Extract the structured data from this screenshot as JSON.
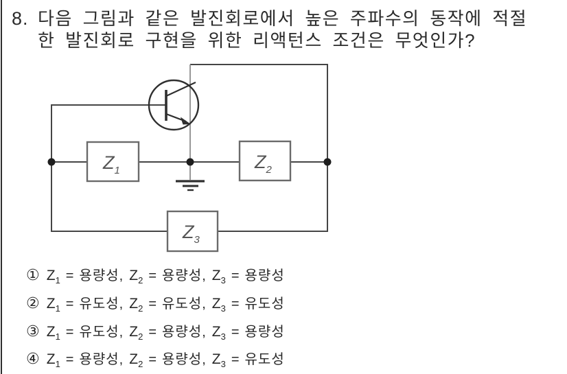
{
  "question": {
    "number": "8.",
    "line1": "다음 그림과 같은 발진회로에서 높은 주파수의 동작에 적절",
    "line2": "한 발진회로 구현을 위한 리액턴스 조건은 무엇인가?"
  },
  "circuit": {
    "boxes": [
      {
        "label": "Z",
        "sub": "1"
      },
      {
        "label": "Z",
        "sub": "2"
      },
      {
        "label": "Z",
        "sub": "3"
      }
    ],
    "transistor_icon": "npn-transistor",
    "ground_icon": "earth-ground",
    "colors": {
      "wire": "#454545",
      "rail": "#979797",
      "transistor": "#2f2f2f",
      "box_border": "#6a6a6a",
      "node": "#1e1e1e"
    }
  },
  "options": [
    {
      "num": "①",
      "clauses": [
        {
          "z": "Z",
          "sub": "1",
          "eq": "=",
          "val": "용량성,"
        },
        {
          "z": "Z",
          "sub": "2",
          "eq": "=",
          "val": "용량성,"
        },
        {
          "z": "Z",
          "sub": "3",
          "eq": "=",
          "val": "용량성"
        }
      ]
    },
    {
      "num": "②",
      "clauses": [
        {
          "z": "Z",
          "sub": "1",
          "eq": "=",
          "val": "유도성,"
        },
        {
          "z": "Z",
          "sub": "2",
          "eq": "=",
          "val": "유도성,"
        },
        {
          "z": "Z",
          "sub": "3",
          "eq": "=",
          "val": "유도성"
        }
      ]
    },
    {
      "num": "③",
      "clauses": [
        {
          "z": "Z",
          "sub": "1",
          "eq": "=",
          "val": "유도성,"
        },
        {
          "z": "Z",
          "sub": "2",
          "eq": "=",
          "val": "용량성,"
        },
        {
          "z": "Z",
          "sub": "3",
          "eq": "=",
          "val": "용량성"
        }
      ]
    },
    {
      "num": "④",
      "clauses": [
        {
          "z": "Z",
          "sub": "1",
          "eq": "=",
          "val": "용량성,"
        },
        {
          "z": "Z",
          "sub": "2",
          "eq": "=",
          "val": "용량성,"
        },
        {
          "z": "Z",
          "sub": "3",
          "eq": "=",
          "val": "유도성"
        }
      ]
    }
  ]
}
